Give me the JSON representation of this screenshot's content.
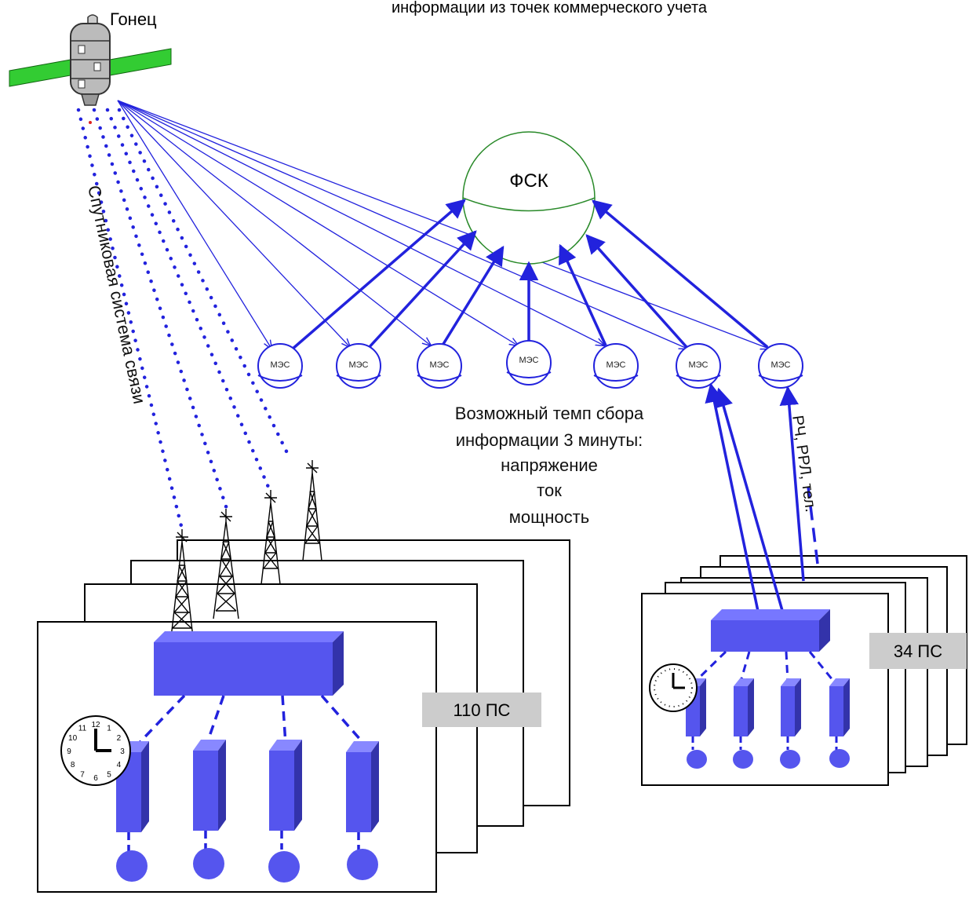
{
  "header": {
    "title_fragment": "информации из точек коммерческого учета"
  },
  "satellite": {
    "label": "Гонец"
  },
  "satellite_link_label": "Спутниковая система связи",
  "center": {
    "label": "ФСК"
  },
  "regional_nodes": [
    "МЭС",
    "МЭС",
    "МЭС",
    "МЭС",
    "МЭС",
    "МЭС",
    "МЭС"
  ],
  "collection_note": {
    "lines": [
      "Возможный темп сбора",
      "информации 3 минуты:",
      "напряжение",
      "ток",
      "мощность"
    ]
  },
  "channel_label": "РЧ, РРЛ, тел.",
  "substations_large": {
    "label": "110 ПС"
  },
  "substations_small": {
    "label": "34 ПС"
  },
  "clock_numerals": [
    "12",
    "1",
    "2",
    "3",
    "4",
    "5",
    "6",
    "7",
    "8",
    "9",
    "10",
    "11"
  ],
  "colors": {
    "link_blue": "#2222dd",
    "device_blue": "#5555ee",
    "device_dark": "#2a2a99",
    "sphere_green": "#2a8a2a",
    "label_gray": "#cccccc",
    "panel_green": "#33cc33"
  }
}
